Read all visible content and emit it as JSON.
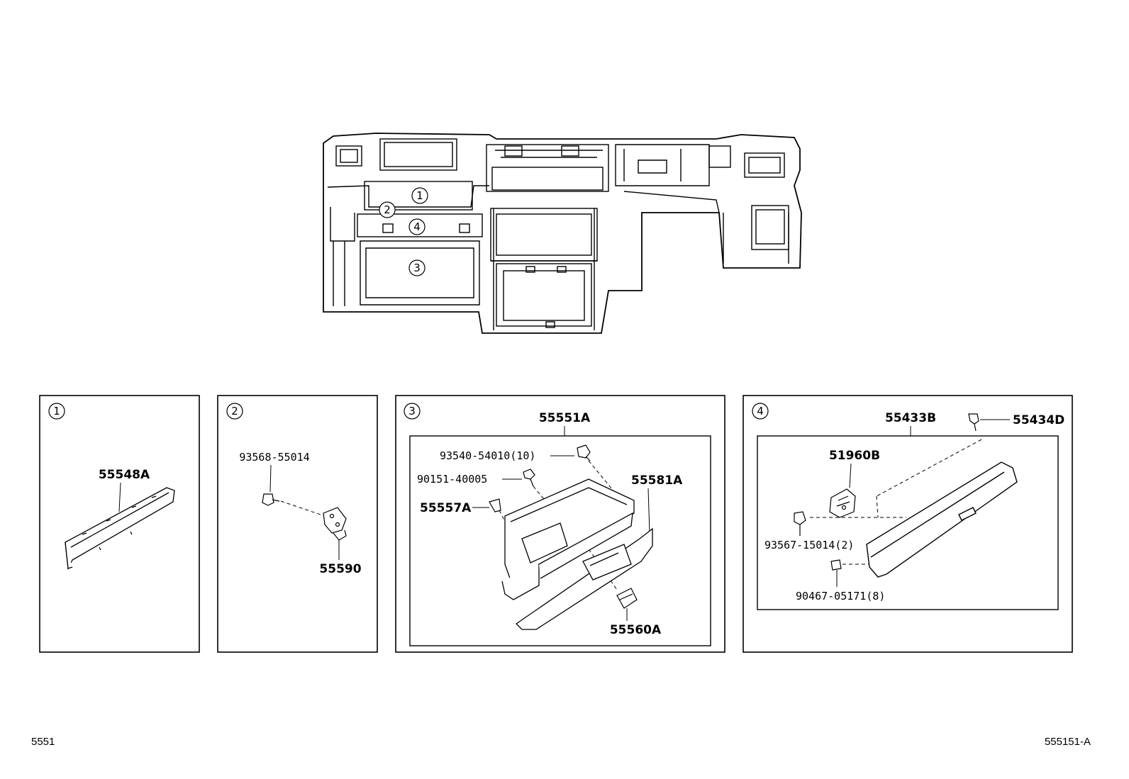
{
  "overview": {
    "callouts": [
      "1",
      "2",
      "3",
      "4"
    ]
  },
  "panels": [
    {
      "number": "1",
      "parts": [
        "55548A"
      ]
    },
    {
      "number": "2",
      "parts": [
        "93568-55014",
        "55590"
      ]
    },
    {
      "number": "3",
      "parts": [
        "55551A",
        "93540-54010(10)",
        "90151-40005",
        "55557A",
        "55581A",
        "55560A"
      ]
    },
    {
      "number": "4",
      "parts": [
        "55433B",
        "55434D",
        "51960B",
        "93567-15014(2)",
        "90467-05171(8)"
      ]
    }
  ],
  "footer": {
    "left_code": "5551",
    "right_code": "555151-A"
  }
}
